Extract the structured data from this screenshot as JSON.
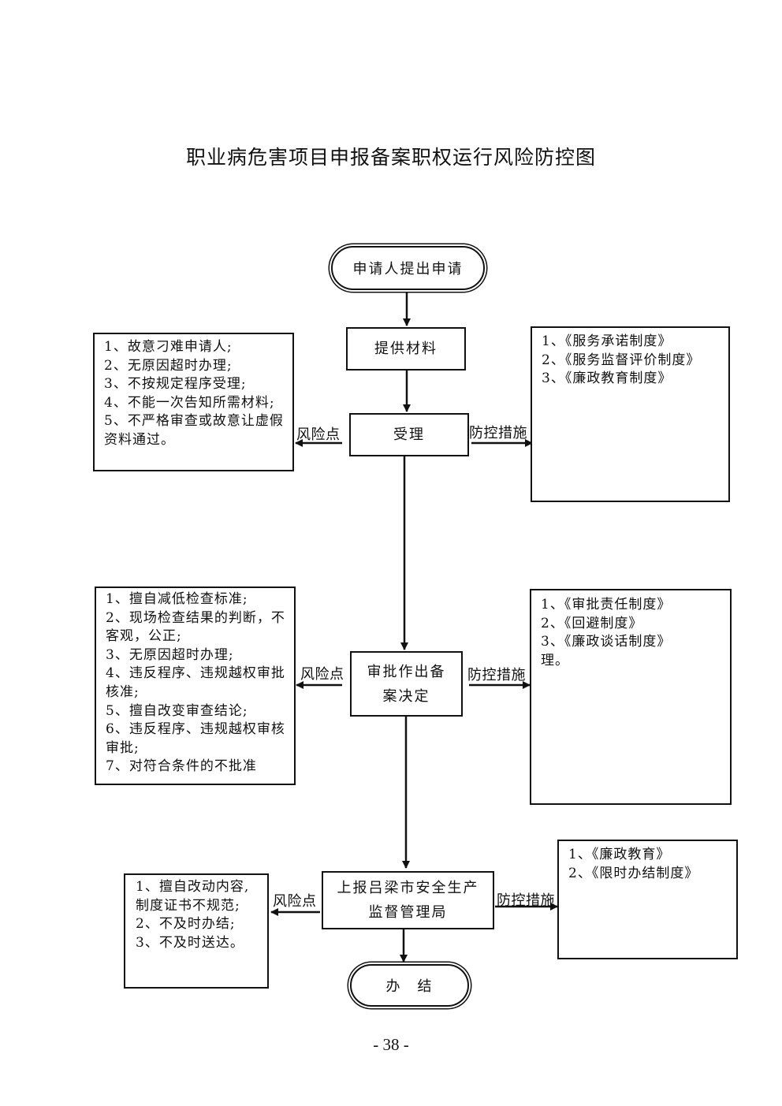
{
  "title": "职业病危害项目申报备案职权运行风险防控图",
  "flow": {
    "start": "申请人提出申请",
    "step1": "提供材料",
    "step2": "受理",
    "step3": "审批作出备案决定",
    "step4": "上报吕梁市安全生产监督管理局",
    "end": "办　结"
  },
  "labels": {
    "risk": "风险点",
    "control": "防控措施"
  },
  "risk1": [
    "1、故意刁难申请人;",
    "2、无原因超时办理;",
    "3、不按规定程序受理;",
    "4、不能一次告知所需材料;",
    "5、不严格审查或故意让虚假资料通过。"
  ],
  "control1": [
    "1、《服务承诺制度》",
    "2、《服务监督评价制度》",
    "3、《廉政教育制度》"
  ],
  "risk2": [
    "1、擅自减低检查标准;",
    "2、现场检查结果的判断，不客观，公正;",
    "3、无原因超时办理;",
    "4、违反程序、违规越权审批核准;",
    "5、擅自改变审查结论;",
    "6、违反程序、违规越权审核审批;",
    "7、对符合条件的不批准"
  ],
  "control2": [
    "1、《审批责任制度》",
    "2、《回避制度》",
    "3、《廉政谈话制度》",
    "理。"
  ],
  "risk3": [
    "1、擅自改动内容,制度证书不规范;",
    "2、不及时办结;",
    "3、不及时送达。"
  ],
  "control3": [
    "1、《廉政教育》",
    "2、《限时办结制度》"
  ],
  "page_number": "- 38 -"
}
